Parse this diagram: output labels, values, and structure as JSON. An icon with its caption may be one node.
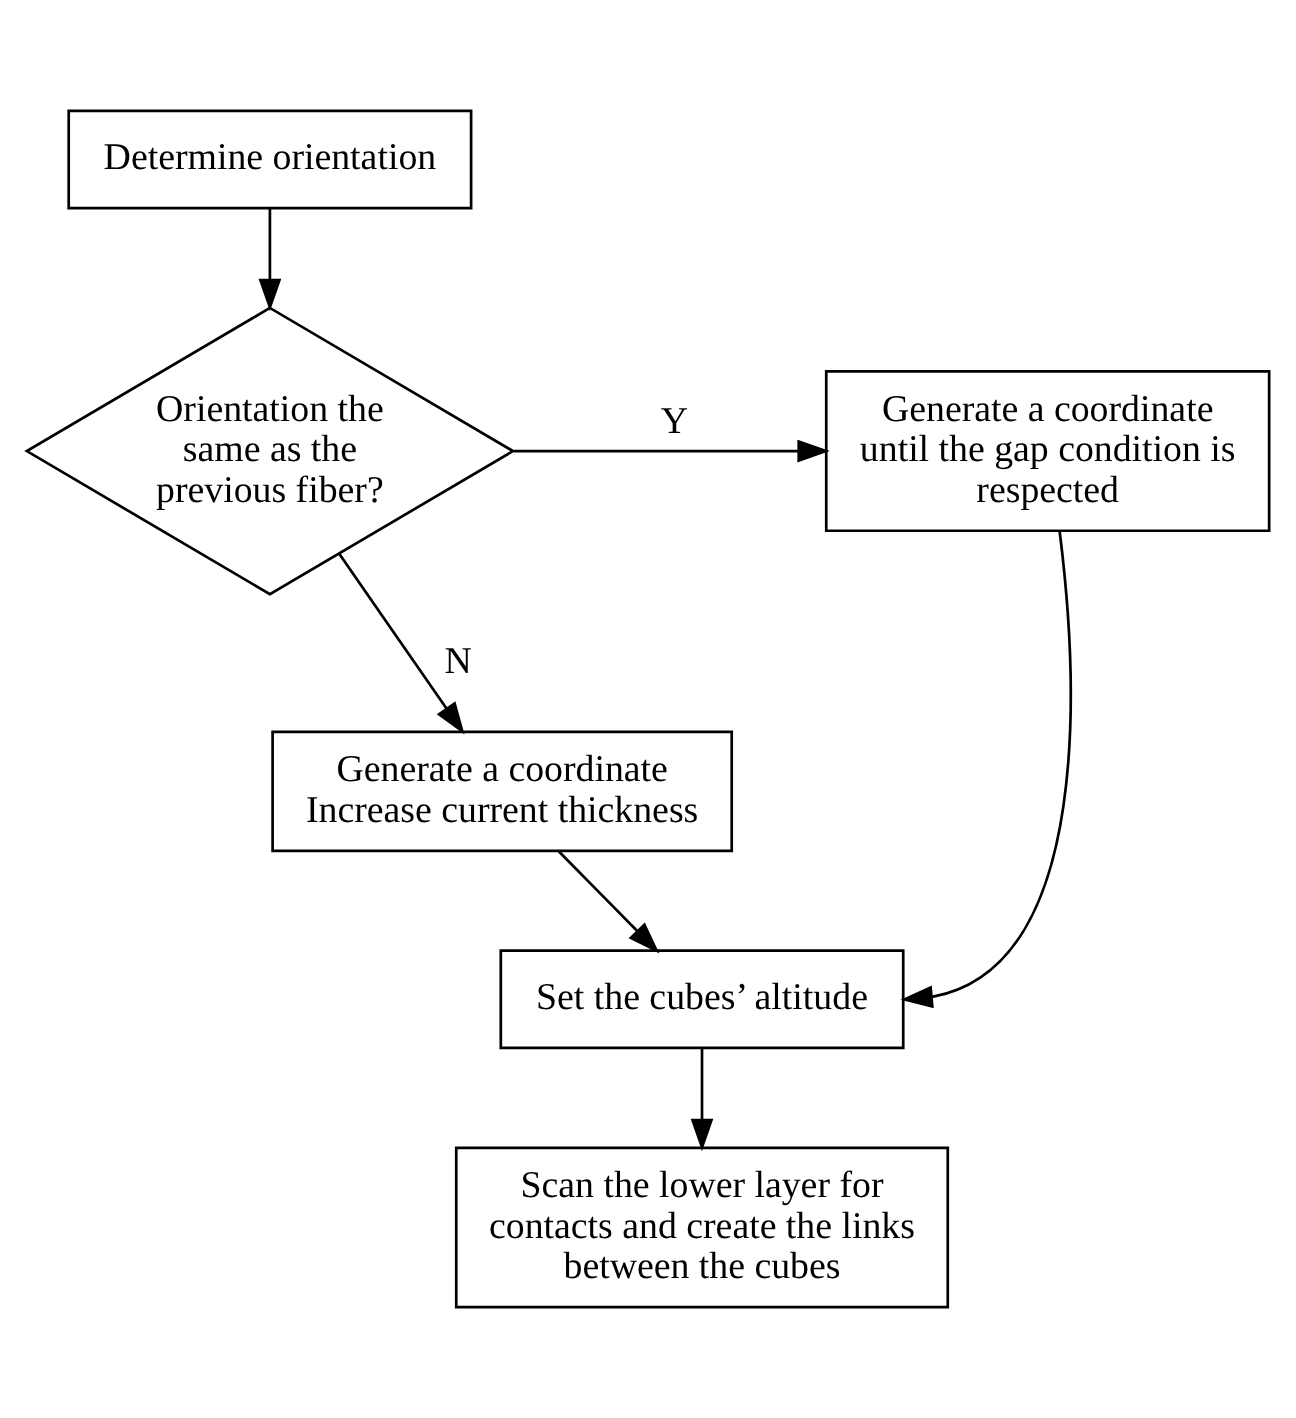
{
  "diagram": {
    "nodes": [
      {
        "text": [
          "Determine orientation"
        ]
      },
      {
        "text": [
          "Orientation the same as the previous fiber?"
        ]
      },
      {
        "text": [
          "Generate a coordinate until the gap condition is respected"
        ]
      },
      {
        "text": [
          "Generate a coordinate",
          "Increase current thickness"
        ]
      },
      {
        "text": [
          "Set the cubes’ altitude"
        ]
      },
      {
        "text": [
          "Scan the lower layer for contacts and create the links between the cubes"
        ]
      }
    ],
    "edges": [
      {
        "from": 0,
        "to": 1,
        "arrow": "to"
      },
      {
        "from": 1,
        "to": 2,
        "arrow": "to",
        "label": "Y"
      },
      {
        "from": 1,
        "to": 3,
        "arrow": "to",
        "label": "N"
      },
      {
        "from": 3,
        "to": 4,
        "arrow": "to"
      },
      {
        "from": 2,
        "to": 4,
        "arrow": "to"
      },
      {
        "from": 4,
        "to": 5,
        "arrow": "to"
      }
    ]
  }
}
